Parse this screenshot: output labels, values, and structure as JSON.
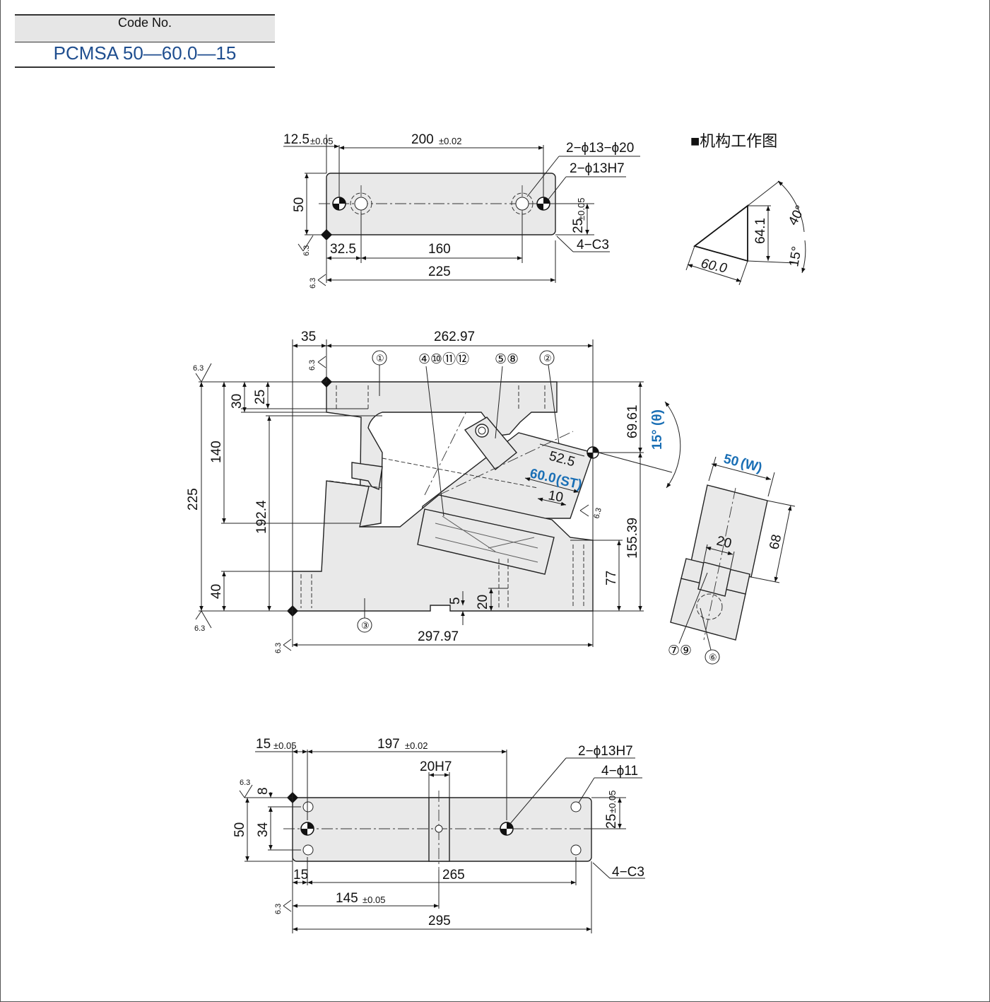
{
  "code": {
    "label": "Code No.",
    "value": "PCMSA 50—60.0—15"
  },
  "mechanism_title": "■机构工作图",
  "roughness": "6.3",
  "top_view": {
    "dim_12_5": "12.5",
    "tol_12_5": "±0.05",
    "dim_200": "200",
    "tol_200": "±0.02",
    "hole_cb": "2−ϕ13−ϕ20",
    "hole_h7": "2−ϕ13H7",
    "dim_50": "50",
    "dim_25": "25",
    "tol_25": "±0.05",
    "dim_32_5": "32.5",
    "dim_160": "160",
    "dim_225": "225",
    "chamfer": "4−C3"
  },
  "mechanism": {
    "dim_40deg": "40°",
    "dim_64_1": "64.1",
    "dim_15deg": "15°",
    "dim_60": "60.0"
  },
  "front_view": {
    "dim_35": "35",
    "dim_262_97": "262.97",
    "dim_225": "225",
    "dim_30": "30",
    "dim_25": "25",
    "dim_140": "140",
    "dim_192_4": "192.4",
    "dim_40": "40",
    "dim_69_61": "69.61",
    "dim_155_39": "155.39",
    "dim_77": "77",
    "dim_52_5": "52.5",
    "dim_10": "10",
    "dim_5": "5",
    "dim_20": "20",
    "dim_297_97": "297.97",
    "stroke_value": "60.0",
    "stroke_symbol": "(ST)",
    "angle_value": "15°",
    "angle_symbol": "(θ)",
    "parts": [
      "①",
      "④⑩⑪⑫",
      "⑤⑧",
      "②",
      "③"
    ]
  },
  "side_view": {
    "width_value": "50",
    "width_symbol": "(W)",
    "dim_68": "68",
    "dim_20": "20",
    "parts": [
      "⑦⑨",
      "⑥"
    ]
  },
  "bottom_view": {
    "dim_15": "15",
    "tol_15": "±0.05",
    "dim_197": "197",
    "tol_197": "±0.02",
    "slot": "20H7",
    "hole_h7": "2−ϕ13H7",
    "hole_11": "4−ϕ11",
    "dim_8": "8",
    "dim_50": "50",
    "dim_34": "34",
    "dim_25": "25",
    "tol_25": "±0.05",
    "dim_15b": "15",
    "dim_265": "265",
    "dim_145": "145",
    "tol_145": "±0.05",
    "dim_295": "295",
    "chamfer": "4−C3"
  }
}
